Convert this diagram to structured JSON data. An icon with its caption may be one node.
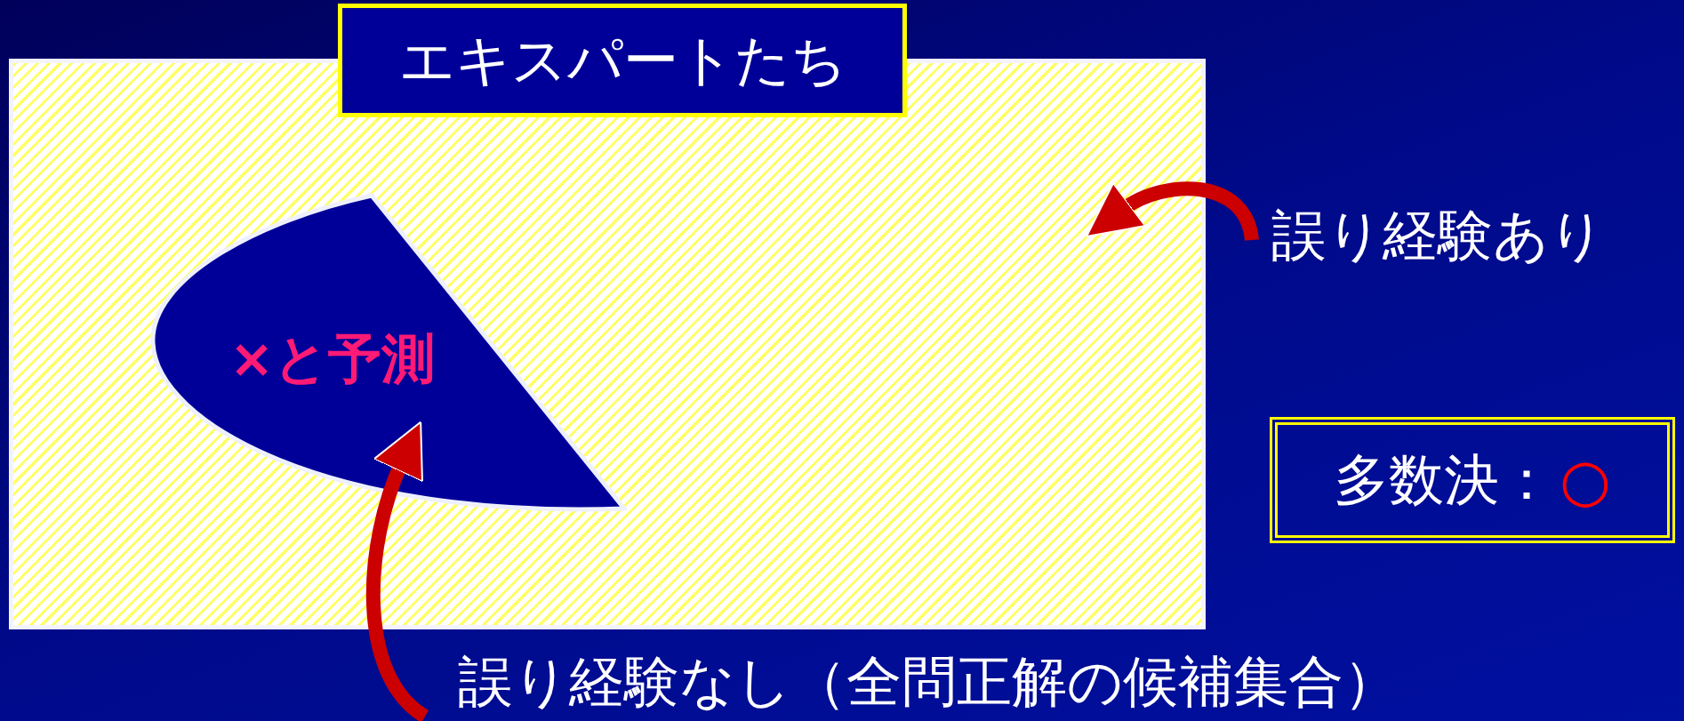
{
  "diagram": {
    "nodes": [
      {
        "text": [
          "エキスパートたち"
        ]
      },
      {
        "text": [
          "×と予測"
        ],
        "in": 0
      },
      {
        "text": [
          "誤り経験あり"
        ]
      },
      {
        "text": [
          "誤り経験なし（全問正解の候補集合）"
        ]
      },
      {
        "text": [
          "多数決：",
          "○"
        ]
      }
    ],
    "edges": [
      {
        "from": 2,
        "to": 0,
        "arrow": "to",
        "color": "#cc0000"
      },
      {
        "from": 3,
        "to": 1,
        "arrow": "to",
        "color": "#cc0000"
      }
    ]
  }
}
